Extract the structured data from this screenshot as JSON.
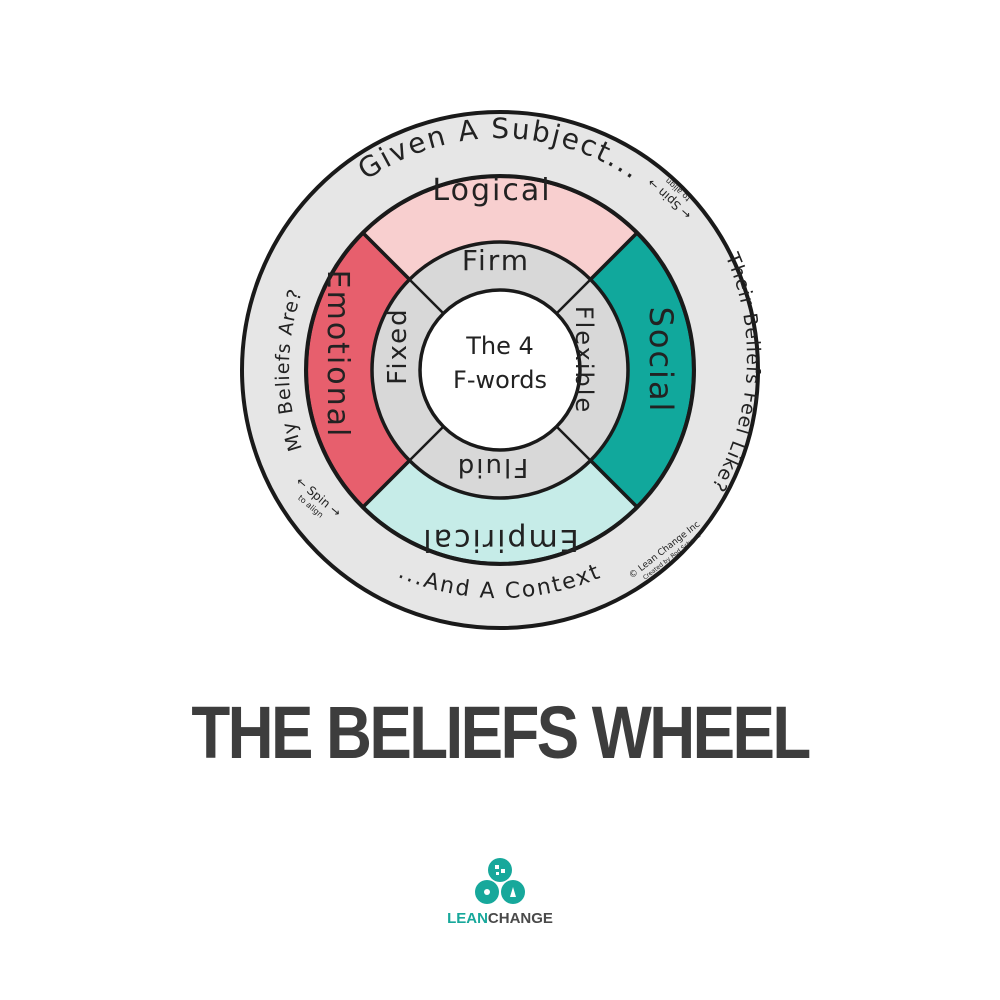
{
  "wheel": {
    "outer_ring": {
      "top": "Given A Subject...",
      "right": "Their Beliefs Feel Like?",
      "bottom": "...And A Context",
      "left": "My Beliefs Are?",
      "spin_top_right": "← Spin →",
      "spin_top_right_sub": "to align",
      "spin_bottom_left": "← Spin →",
      "spin_bottom_left_sub": "to align",
      "copyright": "© Lean Change Inc",
      "credit": "Created by Rod Schwab"
    },
    "middle_ring": {
      "top": "Logical",
      "right": "Social",
      "bottom": "Empirical",
      "left": "Emotional"
    },
    "inner_ring": {
      "top": "Firm",
      "right": "Flexible",
      "bottom": "Fluid",
      "left": "Fixed"
    },
    "center": {
      "line1": "The 4",
      "line2": "F-words"
    },
    "colors": {
      "logical": "#f8cfcf",
      "social": "#11a89c",
      "empirical": "#c6ece8",
      "emotional": "#e75f6d",
      "inner": "#d8d8d8",
      "outer": "#e6e6e6"
    }
  },
  "title": "THE BELIEFS WHEEL",
  "logo": {
    "word_lean": "LEAN",
    "word_change": "CHANGE",
    "brand_color": "#17a89b"
  }
}
